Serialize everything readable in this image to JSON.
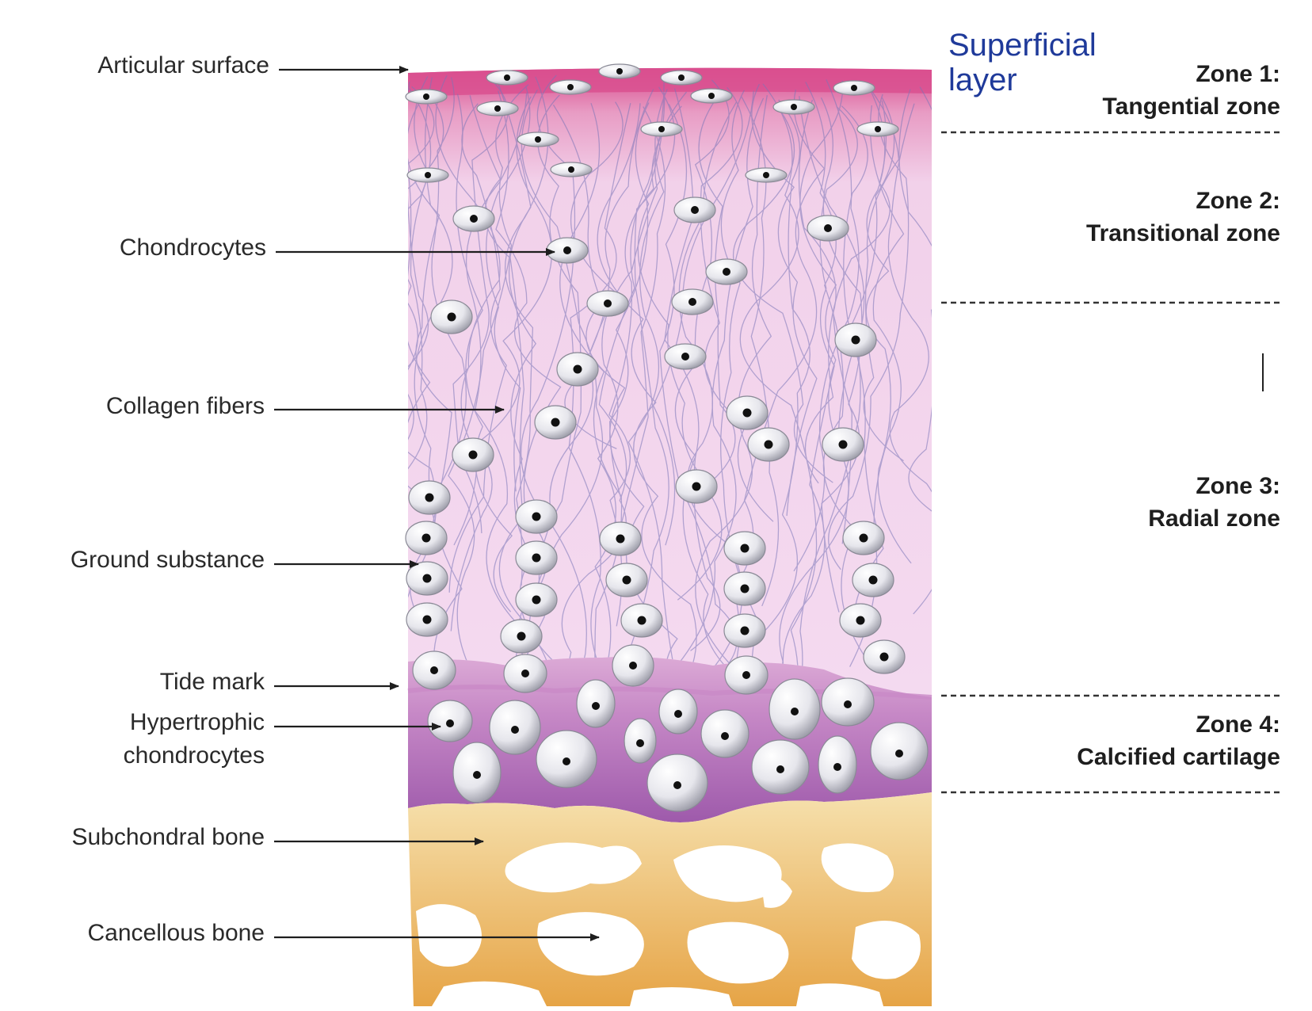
{
  "annotation": {
    "line1": "Superficial",
    "line2": "layer",
    "color": "#1f3a9a"
  },
  "left_labels": [
    {
      "key": "articular",
      "lines": [
        "Articular surface"
      ]
    },
    {
      "key": "chondrocytes",
      "lines": [
        "Chondrocytes"
      ]
    },
    {
      "key": "collagen",
      "lines": [
        "Collagen fibers"
      ]
    },
    {
      "key": "ground",
      "lines": [
        "Ground substance"
      ]
    },
    {
      "key": "tide",
      "lines": [
        "Tide mark"
      ]
    },
    {
      "key": "hypertrophic",
      "lines": [
        "Hypertrophic",
        "chondrocytes"
      ]
    },
    {
      "key": "subchondral",
      "lines": [
        "Subchondral bone"
      ]
    },
    {
      "key": "cancellous",
      "lines": [
        "Cancellous bone"
      ]
    }
  ],
  "zones": [
    {
      "key": "zone1",
      "title": "Zone 1:",
      "name": "Tangential zone"
    },
    {
      "key": "zone2",
      "title": "Zone 2:",
      "name": "Transitional zone"
    },
    {
      "key": "zone3",
      "title": "Zone 3:",
      "name": "Radial zone"
    },
    {
      "key": "zone4",
      "title": "Zone 4:",
      "name": "Calcified cartilage"
    }
  ],
  "colors": {
    "surface": "#d9508f",
    "cartilage": "#f2d4ec",
    "tidemark": "#d8a3d3",
    "calcified": "#a965b3",
    "subchondral_bone": "#f5d9a0",
    "cancellous_bone": "#e7a34a",
    "fibers": "#7b76b8"
  }
}
